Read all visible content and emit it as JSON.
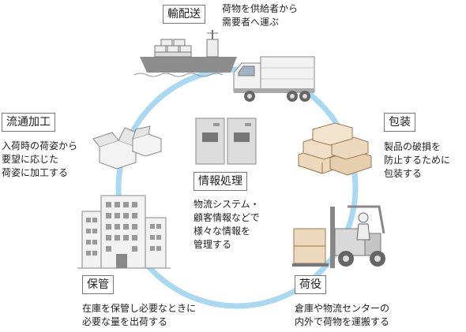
{
  "functions": {
    "transport": {
      "label": "輸配送",
      "desc": [
        "荷物を供給者から",
        "需要者へ運ぶ"
      ]
    },
    "packaging": {
      "label": "包装",
      "desc": [
        "製品の破損を",
        "防止するために",
        "包装する"
      ]
    },
    "cargo_handling": {
      "label": "荷役",
      "desc": [
        "倉庫や物流センターの",
        "内外で荷物を運搬する"
      ]
    },
    "storage": {
      "label": "保管",
      "desc": [
        "在庫を保管し必要なときに",
        "必要な量を出荷する"
      ]
    },
    "distribution_processing": {
      "label": "流通加工",
      "desc": [
        "入荷時の荷姿から",
        "要望に応じた",
        "荷姿に加工する"
      ]
    },
    "information_processing": {
      "label": "情報処理",
      "desc": [
        "物流システム・",
        "顧客情報などで",
        "様々な情報を",
        "管理する"
      ]
    }
  },
  "colors": {
    "cycle_ring": "#a9d8f2",
    "illustration_gray": "#8c8c8c",
    "box_tan": "#ecd9bd",
    "label_border": "#777777"
  }
}
